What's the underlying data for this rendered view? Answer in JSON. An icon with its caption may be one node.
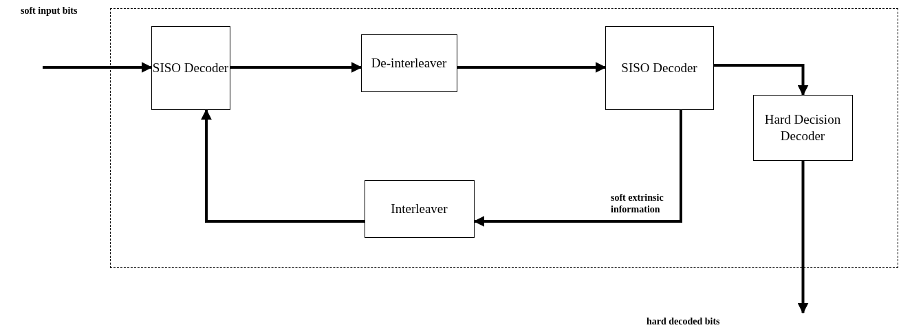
{
  "diagram": {
    "nodes": [
      {
        "text": [],
        "shape": "box"
      },
      {
        "text": [
          "SISO Decoder"
        ],
        "in": 0
      },
      {
        "text": [
          "De-interleaver"
        ],
        "in": 0
      },
      {
        "text": [
          "SISO Decoder"
        ],
        "in": 0
      },
      {
        "text": [
          "Hard Decision Decoder"
        ],
        "in": 0
      },
      {
        "text": [
          "Interleaver"
        ],
        "in": 0
      }
    ],
    "edges": [
      {
        "from": null,
        "to": 1,
        "arrow": "to"
      },
      {
        "from": 1,
        "to": 2,
        "arrow": "to"
      },
      {
        "from": 2,
        "to": 3,
        "arrow": "to"
      },
      {
        "from": 3,
        "to": 4,
        "arrow": "to"
      },
      {
        "from": 3,
        "to": 5,
        "arrow": "to",
        "label": "soft extrinsic information"
      },
      {
        "from": 5,
        "to": 1,
        "arrow": "to"
      },
      {
        "from": 4,
        "to": null,
        "arrow": "to"
      }
    ],
    "labels": [
      "soft input bits",
      "hard decoded bits"
    ]
  }
}
